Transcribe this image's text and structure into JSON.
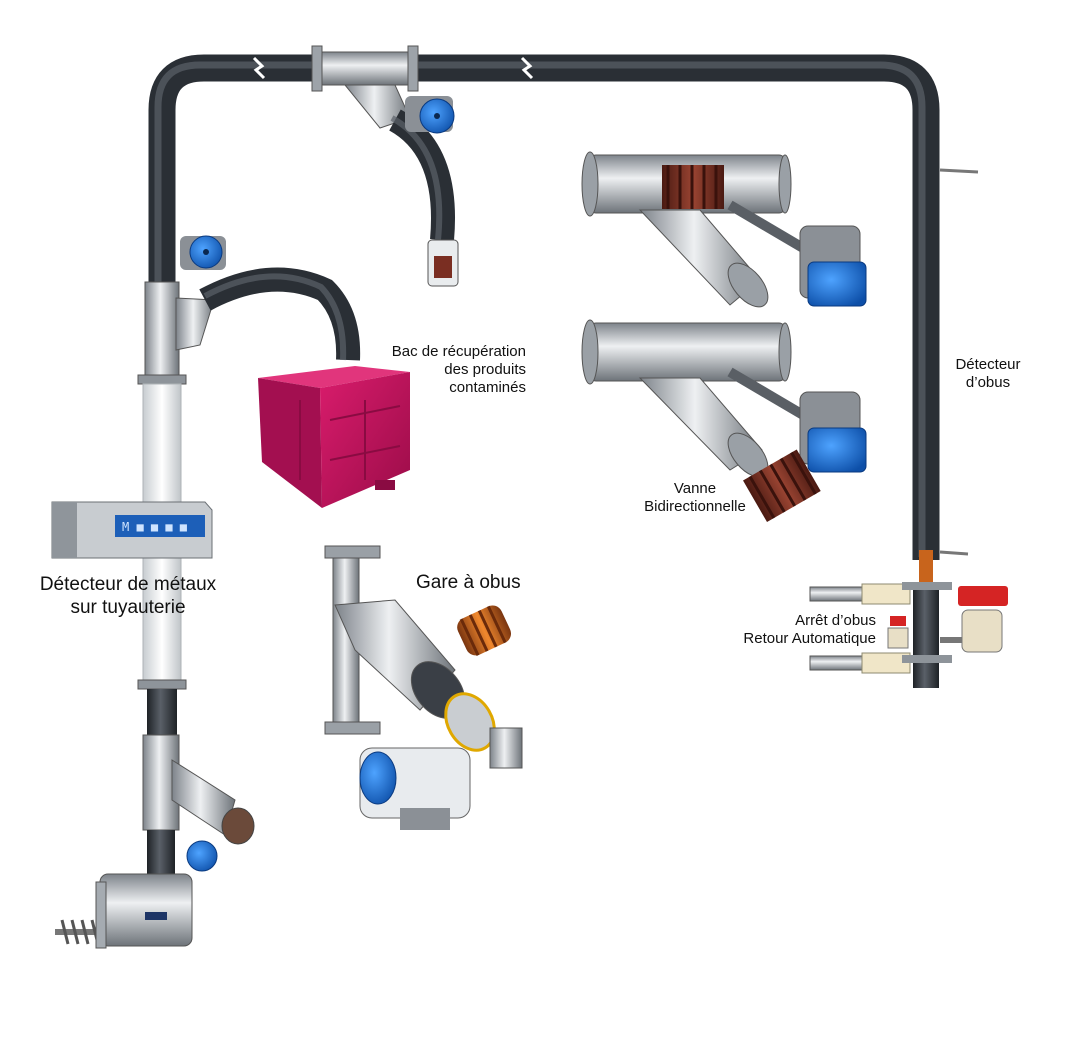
{
  "labels": {
    "bac": [
      "Bac de récupération",
      "des produits",
      "contaminés"
    ],
    "detecteur_obus": [
      "Détecteur",
      "d’obus"
    ],
    "vanne": [
      "Vanne",
      "Bidirectionnelle"
    ],
    "detecteur_metaux": [
      "Détecteur de métaux",
      "sur tuyauterie"
    ],
    "gare": "Gare à obus",
    "arret": [
      "Arrêt d’obus",
      "Retour Automatique"
    ]
  },
  "colors": {
    "pipe": "#3a3f46",
    "steel": "#b9bec4",
    "actuator_blue": "#1f6fd1",
    "bin_magenta": "#c4125e",
    "pig_brown": "#7a2e22",
    "pig_orange": "#c8641c",
    "white_pipe": "#f1f3f4",
    "handle_red": "#d52424"
  },
  "icons": [
    "pipe-loop",
    "y-valve-icon",
    "actuator-icon",
    "recovery-bin-icon",
    "metal-detector-icon",
    "pig-icon",
    "pig-station-icon",
    "pig-stop-icon",
    "screw-feeder-icon"
  ]
}
